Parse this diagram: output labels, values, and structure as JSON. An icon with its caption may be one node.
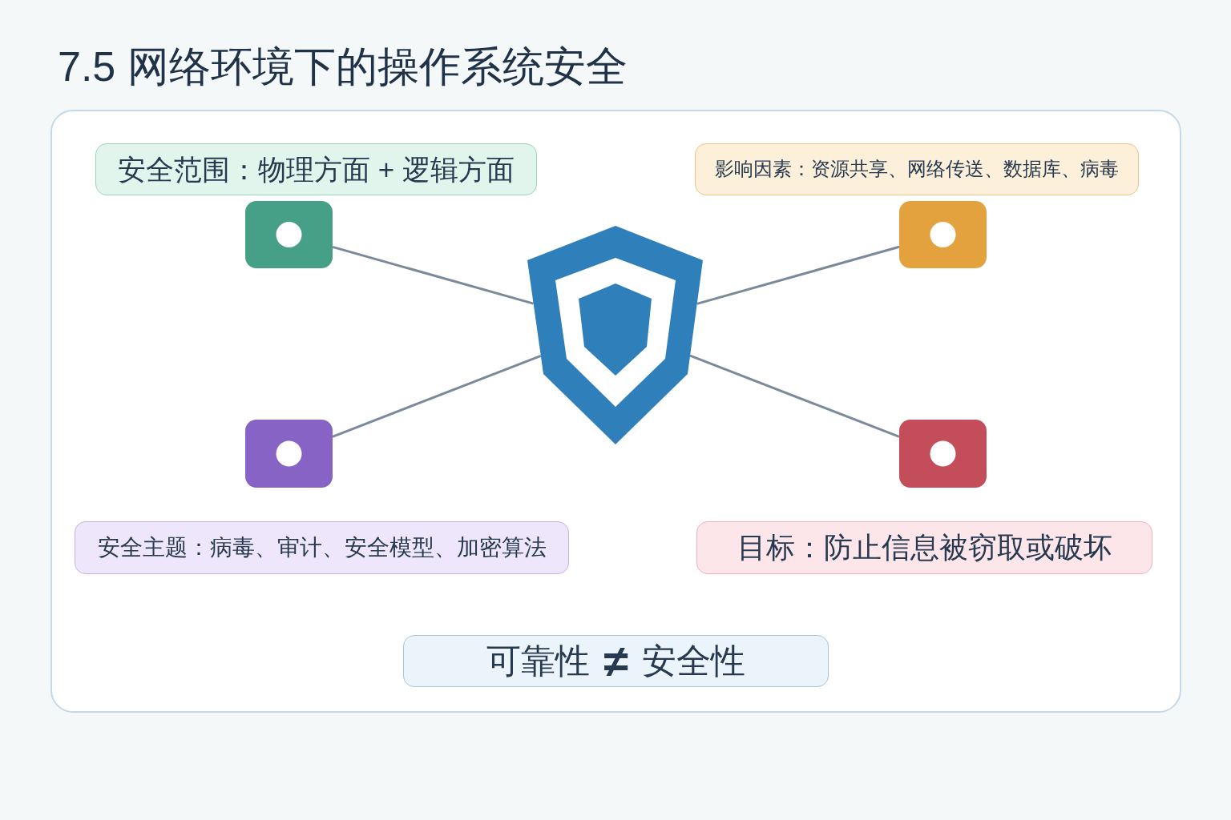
{
  "diagram": {
    "title": "7.5 网络环境下的操作系统安全",
    "nodes": [
      {
        "text": [
          "安全范围：物理方面 + 逻辑方面"
        ]
      },
      {
        "text": [
          "影响因素：资源共享、网络传送、数据库、病毒"
        ]
      },
      {
        "text": [],
        "shape": "box"
      },
      {
        "text": [],
        "shape": "box"
      },
      {
        "text": [],
        "shape": "shield"
      },
      {
        "text": [],
        "shape": "box"
      },
      {
        "text": [],
        "shape": "box"
      },
      {
        "text": [
          "安全主题：病毒、审计、安全模型、加密算法"
        ]
      },
      {
        "text": [
          "目标：防止信息被窃取或破坏"
        ]
      },
      {
        "text": [
          "可靠性 **≠** 安全性"
        ]
      }
    ],
    "edges": [
      {
        "from": 4,
        "to": 2,
        "arrow": "none"
      },
      {
        "from": 4,
        "to": 3,
        "arrow": "none"
      },
      {
        "from": 4,
        "to": 5,
        "arrow": "none"
      },
      {
        "from": 4,
        "to": 6,
        "arrow": "none"
      }
    ]
  }
}
